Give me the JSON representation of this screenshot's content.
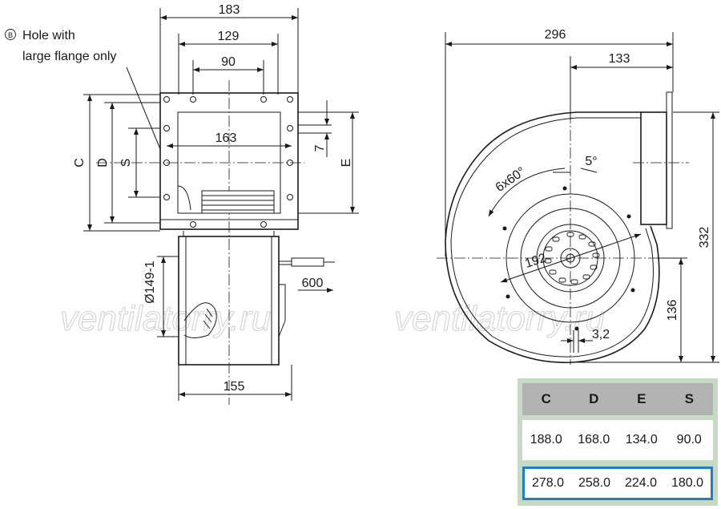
{
  "note": {
    "marker": "B",
    "line1": "Hole with",
    "line2": "large flange only"
  },
  "watermark": "ventilatorry.ru",
  "front_view": {
    "dim_overall_width": "183",
    "dim_hole_spacing_outer": "129",
    "dim_hole_spacing_inner": "90",
    "dim_opening_width": "163",
    "dim_C": "C",
    "dim_D": "D",
    "dim_S": "S",
    "dim_E": "E",
    "dim_offset": "7",
    "dim_diameter": "Ø149-1",
    "dim_cable": "600",
    "dim_body_width": "155"
  },
  "side_view": {
    "dim_overall_width": "296",
    "dim_outlet_offset": "133",
    "dim_height": "332",
    "dim_axis_height": "136",
    "dim_impeller": "192",
    "dim_holes": "6x60°",
    "dim_angle": "5°",
    "dim_slot": "3,2"
  },
  "table": {
    "headers": [
      "C",
      "D",
      "E",
      "S"
    ],
    "rows": [
      [
        "188.0",
        "168.0",
        "134.0",
        "90.0"
      ],
      [
        "278.0",
        "258.0",
        "224.0",
        "180.0"
      ]
    ],
    "highlight_color": "#1e7fc4",
    "background_color": "#c6dac4"
  }
}
